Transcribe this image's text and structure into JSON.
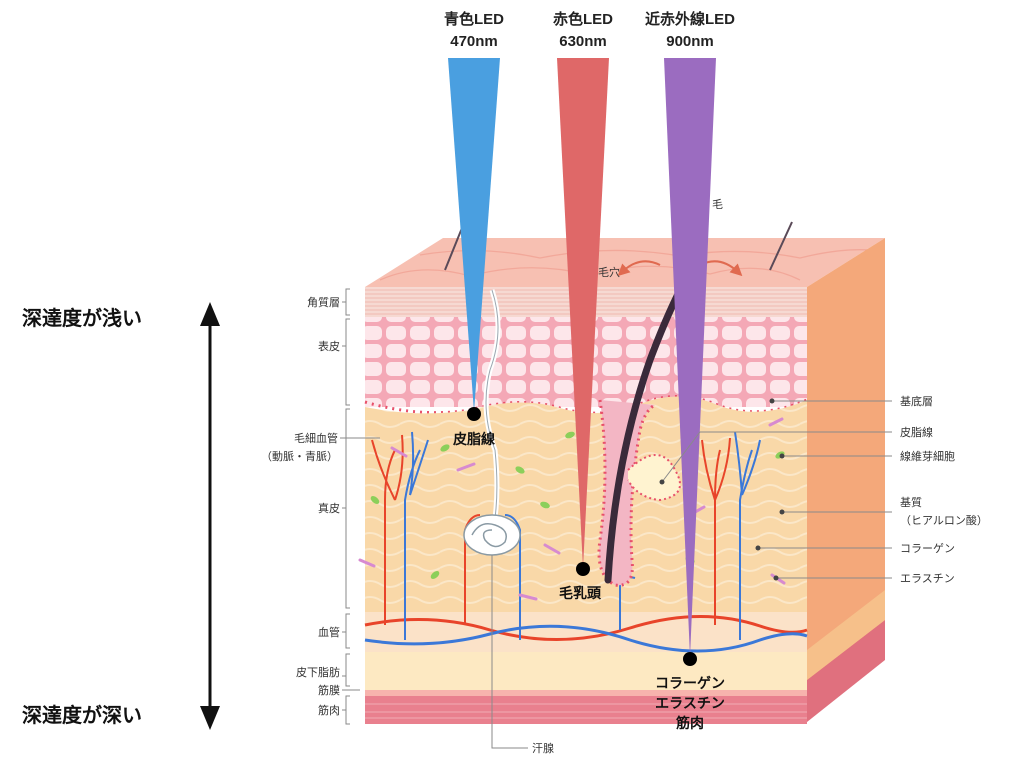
{
  "leds": [
    {
      "name": "青色LED",
      "wavelength": "470nm",
      "color": "#4a9fe0"
    },
    {
      "name": "赤色LED",
      "wavelength": "630nm",
      "color": "#df6868"
    },
    {
      "name": "近赤外線LED",
      "wavelength": "900nm",
      "color": "#9b6cc0"
    }
  ],
  "depth": {
    "shallow": "深達度が浅い",
    "deep": "深達度が深い"
  },
  "left_labels": {
    "stratum_corneum": "角質層",
    "epidermis": "表皮",
    "capillary": "毛細血管",
    "capillary_sub": "（動脈・青脈）",
    "dermis": "真皮",
    "blood_vessel": "血管",
    "subcutaneous_fat": "皮下脂肪",
    "fascia": "筋膜",
    "muscle": "筋肉"
  },
  "right_labels": {
    "basal_layer": "基底層",
    "sebaceous_gland": "皮脂線",
    "fibroblast": "線維芽細胞",
    "matrix": "基質",
    "matrix_sub": "（ヒアルロン酸）",
    "collagen": "コラーゲン",
    "elastin": "エラスチン"
  },
  "top_labels": {
    "hair": "毛",
    "pore": "毛穴"
  },
  "bottom_label": {
    "sweat_gland": "汗腺"
  },
  "targets": {
    "blue": "皮脂線",
    "red": "毛乳頭",
    "nir_line1": "コラーゲン",
    "nir_line2": "エラスチン",
    "nir_line3": "筋肉"
  },
  "colors": {
    "epidermis": "#f7c0c8",
    "dermis": "#f9d8a8",
    "fat": "#fde9c2",
    "muscle": "#e9808e",
    "artery": "#e8442a",
    "vein": "#3b78d8"
  }
}
